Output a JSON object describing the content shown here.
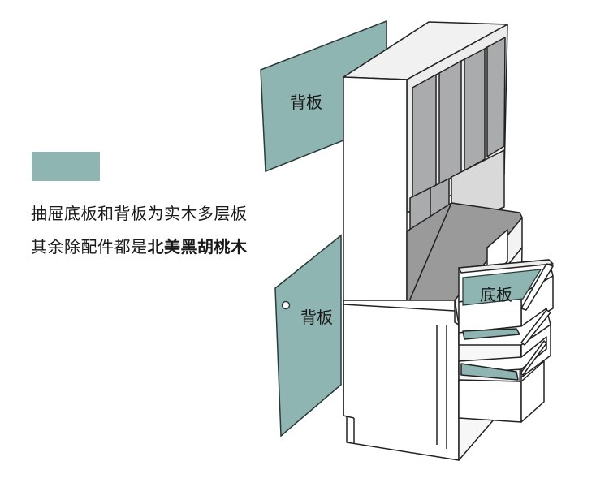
{
  "legend": {
    "swatch_color": "#8fb5b2",
    "line1": "抽屉底板和背板为实木多层板",
    "line2_normal": "其余除配件都是",
    "line2_emphasis": "北美黑胡桃木"
  },
  "labels": {
    "back_panel_top": "背板",
    "back_panel_bottom": "背板",
    "drawer_bottom": "底板"
  },
  "colors": {
    "panel": "#8fb5b2",
    "panel_outline": "#2a3b3a",
    "cabinet_front": "#ffffff",
    "cabinet_top": "#9a9a9a",
    "glass": "#a9abad",
    "line": "#222222"
  }
}
